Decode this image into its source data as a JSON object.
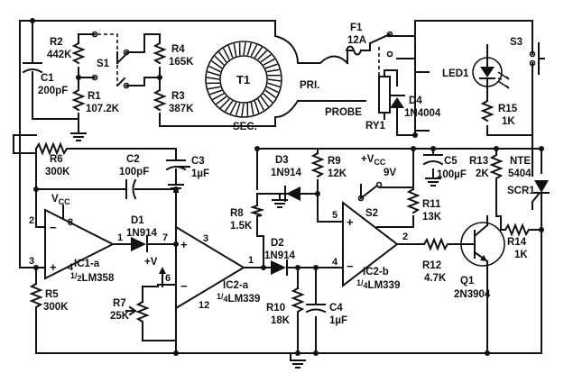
{
  "components": {
    "r2": {
      "ref": "R2",
      "value": "442K"
    },
    "r1": {
      "ref": "R1",
      "value": "107.2K"
    },
    "r4": {
      "ref": "R4",
      "value": "165K"
    },
    "r3": {
      "ref": "R3",
      "value": "387K"
    },
    "c1": {
      "ref": "C1",
      "value": "200pF"
    },
    "s1": {
      "ref": "S1"
    },
    "t1": {
      "ref": "T1",
      "pri": "PRI.",
      "sec": "SEC."
    },
    "f1": {
      "ref": "F1",
      "value": "12A"
    },
    "probe": {
      "label": "PROBE"
    },
    "ry1": {
      "ref": "RY1"
    },
    "d4": {
      "ref": "D4",
      "value": "1N4004"
    },
    "led1": {
      "ref": "LED1"
    },
    "r15": {
      "ref": "R15",
      "value": "1K"
    },
    "s3": {
      "ref": "S3"
    },
    "r6": {
      "ref": "R6",
      "value": "300K"
    },
    "c2": {
      "ref": "C2",
      "value": "100pF"
    },
    "c3": {
      "ref": "C3",
      "value": "1µF"
    },
    "d3": {
      "ref": "D3",
      "value": "1N914"
    },
    "r9": {
      "ref": "R9",
      "value": "12K"
    },
    "vcc2": {
      "label": "+V",
      "sub": "CC",
      "value": "9V"
    },
    "c5": {
      "ref": "C5",
      "value": "100µF"
    },
    "r13": {
      "ref": "R13",
      "value": "2K"
    },
    "scr1": {
      "ref": "SCR1",
      "part": "NTE",
      "part2": "5404"
    },
    "r8": {
      "ref": "R8",
      "value": "1.5K"
    },
    "s2": {
      "ref": "S2"
    },
    "r11": {
      "ref": "R11",
      "value": "13K"
    },
    "vcc1": {
      "label": "V",
      "sub": "CC"
    },
    "ic1a": {
      "ref": "IC1-a",
      "frac_num": "1",
      "frac_den": "2",
      "part": "LM358"
    },
    "d1": {
      "ref": "D1",
      "value": "1N914"
    },
    "ic2a": {
      "ref": "IC2-a",
      "frac_num": "1",
      "frac_den": "4",
      "part": "LM339"
    },
    "d2": {
      "ref": "D2",
      "value": "1N914"
    },
    "ic2b": {
      "ref": "IC2-b",
      "frac_num": "1",
      "frac_den": "4",
      "part": "LM339"
    },
    "r12": {
      "ref": "R12",
      "value": "4.7K"
    },
    "q1": {
      "ref": "Q1",
      "value": "2N3904"
    },
    "r14": {
      "ref": "R14",
      "value": "1K"
    },
    "r5": {
      "ref": "R5",
      "value": "300K"
    },
    "r7": {
      "ref": "R7",
      "value": "25K"
    },
    "plusv": {
      "label": "+V"
    },
    "r10": {
      "ref": "R10",
      "value": "18K"
    },
    "c4": {
      "ref": "C4",
      "value": "1µF"
    }
  },
  "pins": {
    "ic1a_minus": "2",
    "ic1a_plus": "3",
    "ic1a_out": "1",
    "ic1a_vcc": "8",
    "ic1a_gnd": "4",
    "ic2a_plus": "7",
    "ic2a_out": "1",
    "ic2a_minus": "6",
    "ic2a_vcc": "3",
    "ic2a_gnd": "12",
    "ic2b_plus": "5",
    "ic2b_minus": "4",
    "ic2b_out": "2"
  },
  "symbols": {
    "op_plus": "+",
    "op_minus": "−"
  }
}
